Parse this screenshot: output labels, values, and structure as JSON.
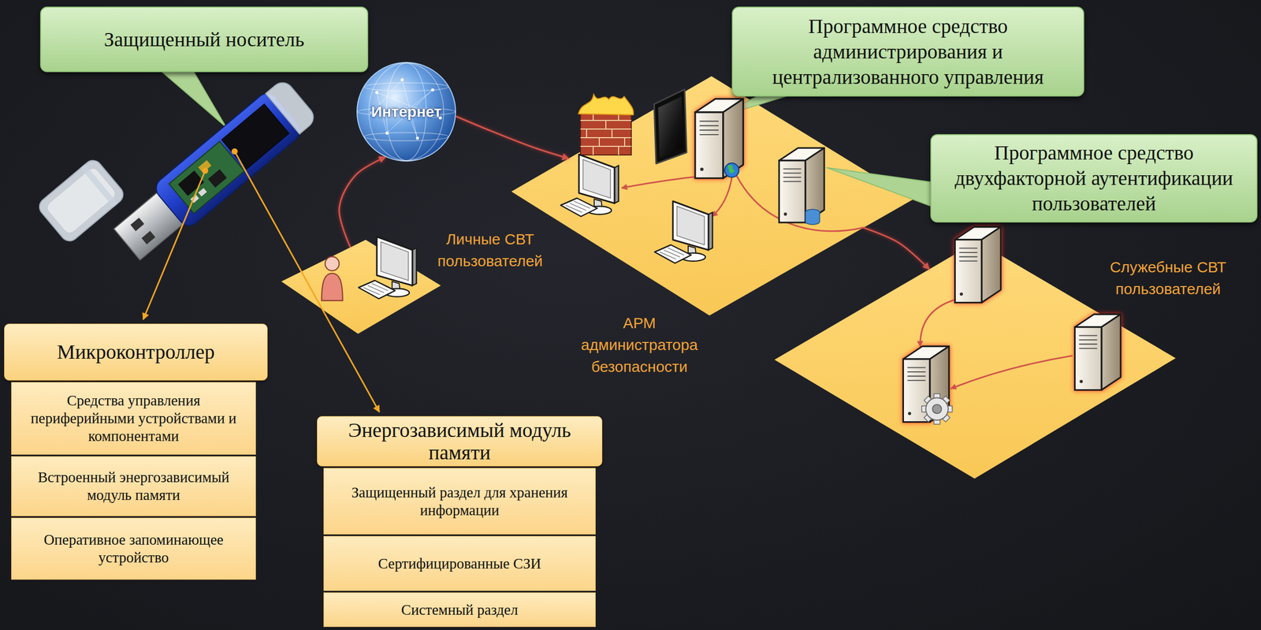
{
  "diagram": {
    "nodes": [
      {
        "text": [
          "Защищенный носитель"
        ]
      },
      {
        "text": [
          "Интернет"
        ]
      },
      {
        "text": [
          "Программное средство администрирования и централизованного управления"
        ]
      },
      {
        "text": [
          "Личные СВТ пользователей"
        ]
      },
      {
        "text": [
          "Программное средство двухфакторной аутентификации пользователей"
        ]
      },
      {
        "text": [
          "АРМ администратора безопасности"
        ]
      },
      {
        "text": [
          "Служебные СВТ пользователей"
        ]
      },
      {
        "text": [
          "Микроконтроллер"
        ]
      },
      {
        "text": [
          "Средства управления периферийными устройствами и компонентами"
        ]
      },
      {
        "text": [
          "Встроенный энергозависимый модуль памяти"
        ]
      },
      {
        "text": [
          "Оперативное запоминающее устройство"
        ]
      },
      {
        "text": [
          "Энергозависимый модуль памяти"
        ]
      },
      {
        "text": [
          "Защищенный раздел для хранения информации"
        ]
      },
      {
        "text": [
          "Сертифицированные СЗИ"
        ]
      },
      {
        "text": [
          "Системный раздел"
        ]
      }
    ],
    "edges": [
      {
        "from": 3,
        "to": 1,
        "arrow": "to"
      },
      {
        "from": 1,
        "to": 5,
        "arrow": "to"
      },
      {
        "from": 5,
        "to": 6,
        "arrow": "to"
      }
    ]
  }
}
